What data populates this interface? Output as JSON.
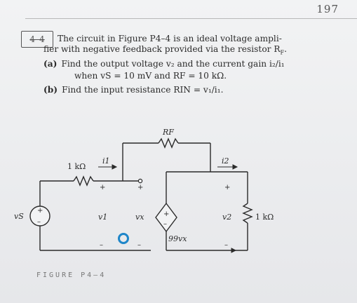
{
  "page_number": "197",
  "problem": {
    "label": "4–4",
    "line1": "The circuit in Figure P4–4 is an ideal voltage ampli-",
    "line2": "fier with negative feedback provided via the resistor R",
    "line2_sub": "F",
    "line2_end": ".",
    "part_a_tag": "(a)",
    "part_a_line1": "Find the output voltage v₂ and the current gain i₂/i₁",
    "part_a_line2": "when vS = 10 mV and RF = 10 kΩ.",
    "part_b_tag": "(b)",
    "part_b_line": "Find the input resistance RIN = v₁/i₁."
  },
  "circuit": {
    "rf_label": "RF",
    "r1_label": "1 kΩ",
    "i1_label": "i1",
    "i2_label": "i2",
    "vs_label": "vS",
    "v1_label": "v1",
    "vx_label": "vx",
    "dep_source_label": "99vx",
    "v2_label": "v2",
    "rl_label": "1 kΩ",
    "plus": "+",
    "minus": "–"
  },
  "caption": "FIGURE P4–4",
  "colors": {
    "ink": "#2a2a2a",
    "marker": "#1e86c9"
  }
}
